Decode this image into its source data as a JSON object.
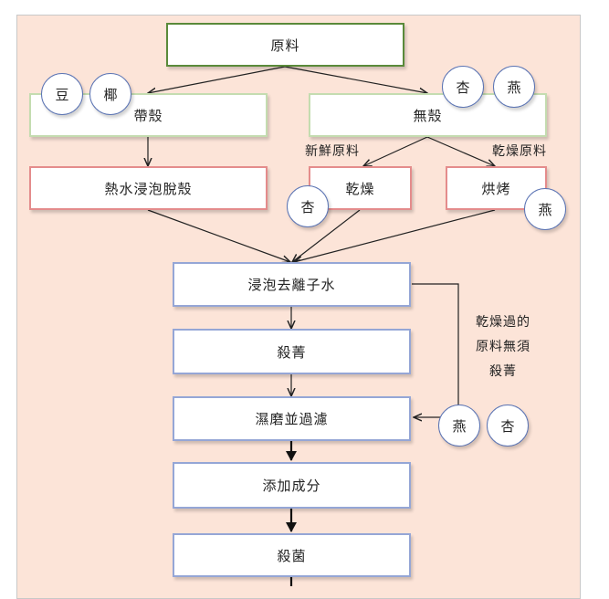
{
  "nodes": {
    "raw": "原料",
    "with_shell": "帶殼",
    "no_shell": "無殼",
    "hot_soak": "熱水浸泡脫殼",
    "dried": "乾燥",
    "roasted": "烘烤",
    "soak_di": "浸泡去離子水",
    "kill_green": "殺菁",
    "wet_grind": "濕磨並過濾",
    "add_ingredients": "添加成分",
    "sterilize": "殺菌"
  },
  "edge_labels": {
    "fresh": "新鮮原料",
    "dried_raw": "乾燥原料"
  },
  "note": [
    "乾燥過的",
    "原料無須",
    "殺菁"
  ],
  "circles": {
    "bean": "豆",
    "coconut": "椰",
    "almond": "杏",
    "oat": "燕"
  },
  "colors": {
    "background": "#fce4d8",
    "root_border": "#5a8a3a",
    "branch_border": "#c4dcb0",
    "pretreat_border": "#e48c8c",
    "process_border": "#95a6d6",
    "circle_border": "#5b74b4"
  }
}
